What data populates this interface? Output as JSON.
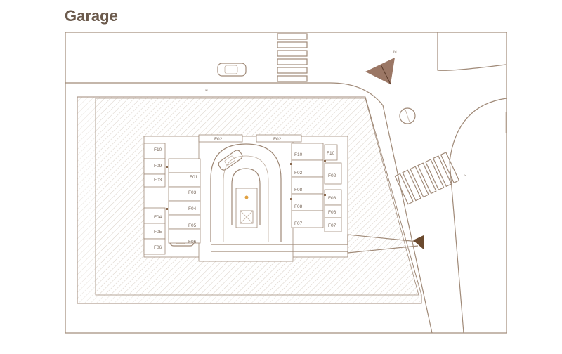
{
  "title": "Garage",
  "spots": [
    {
      "id": "f10-left",
      "label": "F10"
    },
    {
      "id": "f09-left",
      "label": "F09"
    },
    {
      "id": "f03-left",
      "label": "F03"
    },
    {
      "id": "f01",
      "label": "F01"
    },
    {
      "id": "f03",
      "label": "F03"
    },
    {
      "id": "f04-left",
      "label": "F04"
    },
    {
      "id": "f04",
      "label": "F04"
    },
    {
      "id": "f05-left",
      "label": "F05"
    },
    {
      "id": "f05",
      "label": "F05"
    },
    {
      "id": "f06-left",
      "label": "F06"
    },
    {
      "id": "f06",
      "label": "F06"
    },
    {
      "id": "f10",
      "label": "F10"
    },
    {
      "id": "f02",
      "label": "F02"
    },
    {
      "id": "f08",
      "label": "F08"
    },
    {
      "id": "f08b",
      "label": "F08"
    },
    {
      "id": "f07",
      "label": "F07"
    },
    {
      "id": "f10-right",
      "label": "F10"
    },
    {
      "id": "f02-right",
      "label": "F02"
    },
    {
      "id": "f08-right",
      "label": "F08"
    },
    {
      "id": "f06-right",
      "label": "F06"
    },
    {
      "id": "f07-right",
      "label": "F07"
    },
    {
      "id": "f02-top-left",
      "label": "F02"
    },
    {
      "id": "f02-top-right",
      "label": "F02"
    }
  ],
  "street_marks": {
    "north_road": "≈",
    "east_road": "≈"
  },
  "north_arrow_label": "N",
  "colors": {
    "line": "#a08a78",
    "accent": "#6b4a2e",
    "title": "#6b5a4c"
  }
}
